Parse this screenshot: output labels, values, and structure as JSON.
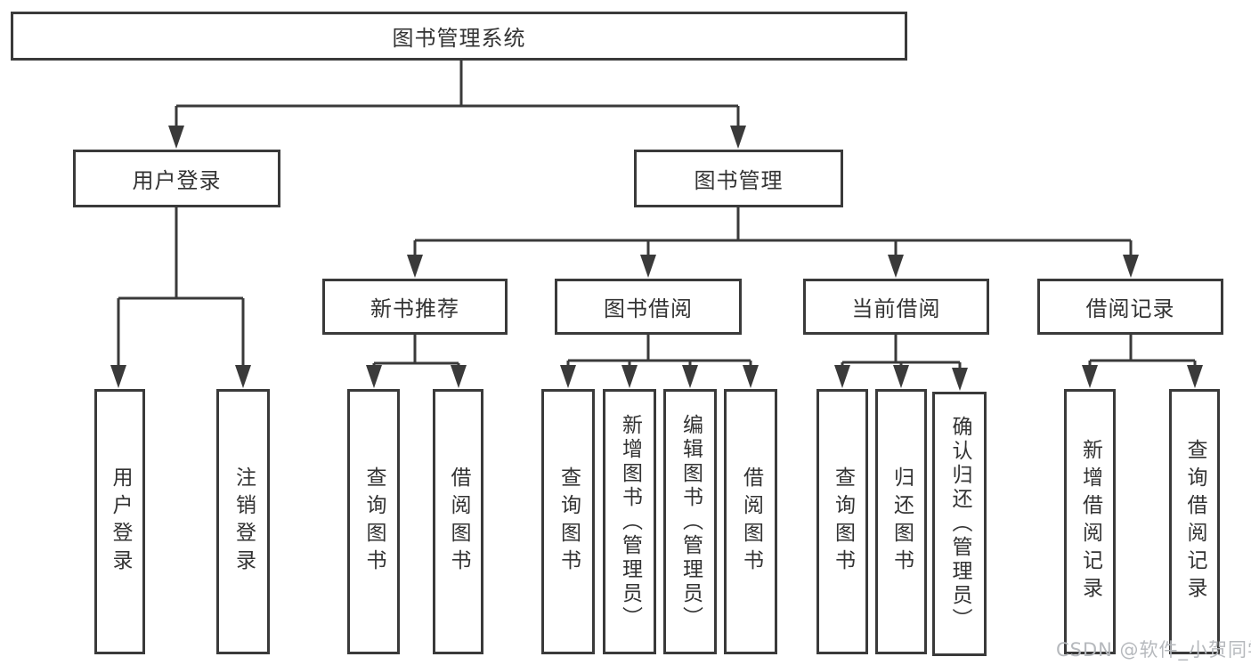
{
  "diagram": {
    "root": {
      "label": "图书管理系统"
    },
    "branches": [
      {
        "label": "用户登录",
        "children": [
          {
            "label": "用户登录"
          },
          {
            "label": "注销登录"
          }
        ]
      },
      {
        "label": "图书管理",
        "children": [
          {
            "label": "新书推荐",
            "children": [
              {
                "label": "查询图书"
              },
              {
                "label": "借阅图书"
              }
            ]
          },
          {
            "label": "图书借阅",
            "children": [
              {
                "label": "查询图书"
              },
              {
                "label": "新增图书（管理员）"
              },
              {
                "label": "编辑图书（管理员）"
              },
              {
                "label": "借阅图书"
              }
            ]
          },
          {
            "label": "当前借阅",
            "children": [
              {
                "label": "查询图书"
              },
              {
                "label": "归还图书"
              },
              {
                "label": "确认归还（管理员）"
              }
            ]
          },
          {
            "label": "借阅记录",
            "children": [
              {
                "label": "新增借阅记录"
              },
              {
                "label": "查询借阅记录"
              }
            ]
          }
        ]
      }
    ]
  },
  "watermark": "CSDN @软件_小贺同学",
  "colors": {
    "line": "#3a3a3a",
    "text": "#333333",
    "watermark": "#b6b9bd",
    "background": "#ffffff"
  }
}
